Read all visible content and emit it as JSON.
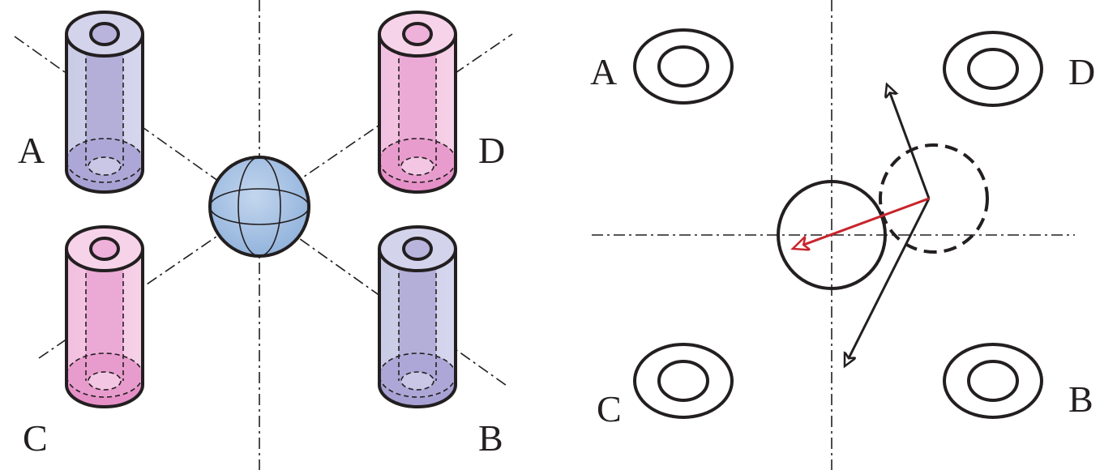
{
  "left_panel": {
    "labels": {
      "a": "A",
      "b": "B",
      "c": "C",
      "d": "D"
    }
  },
  "right_panel": {
    "labels": {
      "a": "A",
      "b": "B",
      "c": "C",
      "d": "D"
    }
  },
  "colors": {
    "blue_body": "#cdd0e8",
    "blue_inner": "#b2aed8",
    "blue_bottom": "#a9a3d5",
    "pink_body": "#f4c8e3",
    "pink_inner": "#eaa6d4",
    "pink_bottom": "#e693c8",
    "sphere": "#a6c1e2",
    "outline": "#231f20",
    "red_arrow": "#c8252c"
  }
}
